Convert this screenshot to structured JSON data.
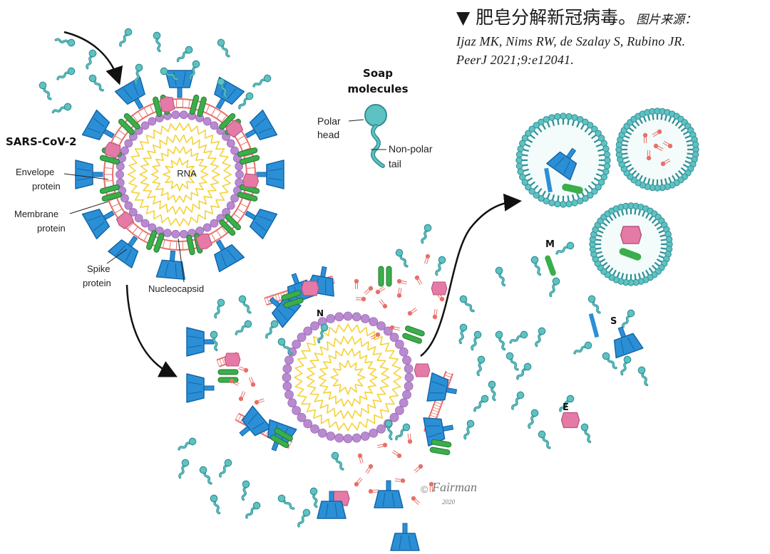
{
  "caption": {
    "title": "▼ 肥皂分解新冠病毒。",
    "source_label": "图片来源：",
    "reference_line1": "Ijaz MK, Nims RW, de Szalay S, Rubino JR.",
    "reference_line2": "PeerJ 2021;9:e12041."
  },
  "labels": {
    "virus_name": "SARS-CoV-2",
    "envelope_protein": [
      "Envelope",
      "protein"
    ],
    "membrane_protein": [
      "Membrane",
      "protein"
    ],
    "spike_protein": [
      "Spike",
      "protein"
    ],
    "nucleocapsid": "Nucleocapsid",
    "rna": "RNA",
    "n_label": "N",
    "m_label": "M",
    "s_label": "S",
    "e_label": "E"
  },
  "soap_legend": {
    "title": [
      "Soap",
      "molecules"
    ],
    "polar_head": [
      "Polar",
      "head"
    ],
    "nonpolar_tail": [
      "Non-polar",
      "tail"
    ]
  },
  "signature": {
    "name": "Fairman",
    "year": "2020"
  },
  "colors": {
    "spike": "#2b8fd6",
    "spike_dark": "#1466a8",
    "membrane_green": "#3aae4a",
    "envelope_pink": "#e67aa6",
    "lipid_red": "#e8706a",
    "nucleocapsid_purple": "#b98ad0",
    "rna_yellow": "#f4d23a",
    "soap_teal": "#5fc2c2",
    "soap_teal_dark": "#2f8f94",
    "arrow": "#111111"
  }
}
